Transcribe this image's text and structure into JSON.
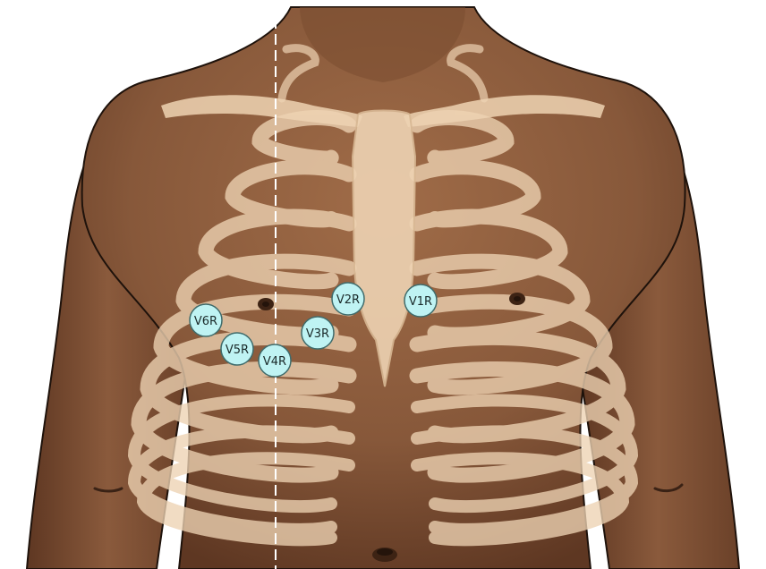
{
  "colors": {
    "background": "#ffffff",
    "skin": "#8a5a3c",
    "skin_dark": "#5e3722",
    "skin_light": "#a8754f",
    "bone": "#eed3b3",
    "bone_shadow": "#d8b894",
    "outline": "#1e120b",
    "electrode_fill": "#bff3f3",
    "electrode_stroke": "#3f6b6b",
    "guide_line": "#ffffff"
  },
  "icons": {
    "electrode": "electrode-icon",
    "nipple": "nipple-icon",
    "navel": "navel-icon",
    "guide": "midclavicular-line"
  },
  "electrodes": [
    {
      "id": "v1r",
      "label": "V1R"
    },
    {
      "id": "v2r",
      "label": "V2R"
    },
    {
      "id": "v3r",
      "label": "V3R"
    },
    {
      "id": "v4r",
      "label": "V4R"
    },
    {
      "id": "v5r",
      "label": "V5R"
    },
    {
      "id": "v6r",
      "label": "V6R"
    }
  ]
}
